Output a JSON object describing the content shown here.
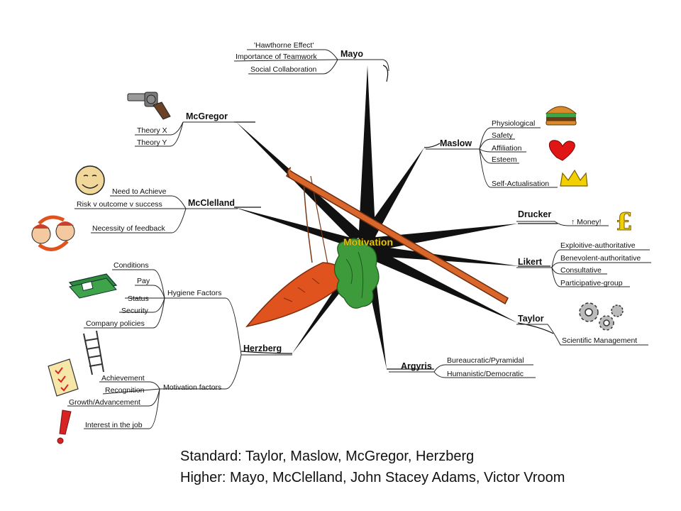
{
  "center": {
    "label": "Motivation"
  },
  "theorists": {
    "mayo": {
      "name": "Mayo",
      "items": [
        "'Hawthorne Effect'",
        "Importance of Teamwork",
        "Social Collaboration"
      ]
    },
    "mcgregor": {
      "name": "McGregor",
      "items": [
        "Theory X",
        "Theory Y"
      ]
    },
    "mcclelland": {
      "name": "McClelland",
      "items": [
        "Need to Achieve",
        "Risk v outcome v success",
        "Necessity of feedback"
      ]
    },
    "herzberg": {
      "name": "Herzberg",
      "hygiene": {
        "label": "Hygiene Factors",
        "items": [
          "Conditions",
          "Pay",
          "Status",
          "Security",
          "Company policies"
        ]
      },
      "motivation": {
        "label": "Motivation factors",
        "items": [
          "Achievement",
          "Recognition",
          "Growth/Advancement",
          "Interest in the job"
        ]
      }
    },
    "maslow": {
      "name": "Maslow",
      "items": [
        "Physiological",
        "Safety",
        "Affiliation",
        "Esteem",
        "Self-Actualisation"
      ]
    },
    "drucker": {
      "name": "Drucker",
      "items": [
        "↑ Money!"
      ]
    },
    "likert": {
      "name": "Likert",
      "items": [
        "Exploitive-authoritative",
        "Benevolent-authoritative",
        "Consultative",
        "Participative-group"
      ]
    },
    "taylor": {
      "name": "Taylor",
      "items": [
        "Scientific Management"
      ]
    },
    "argyris": {
      "name": "Argyris",
      "items": [
        "Bureaucratic/Pyramidal",
        "Humanistic/Democratic"
      ]
    }
  },
  "icons": [
    "revolver-icon",
    "smiley-face-icon",
    "two-faces-talking-icon",
    "banknotes-icon",
    "ladder-icon",
    "checklist-icon",
    "exclamation-icon",
    "burger-icon",
    "heart-icon",
    "crown-icon",
    "pound-sign-icon",
    "gears-icon",
    "carrot-on-stick-icon"
  ],
  "colors": {
    "carrot": "#e0531f",
    "stick": "#d9662b",
    "leaves": "#3e9b3c",
    "center_text": "#f2d000"
  },
  "caption": {
    "line1": "Standard: Taylor, Maslow, McGregor, Herzberg",
    "line2": "Higher: Mayo, McClelland, John Stacey Adams, Victor Vroom"
  }
}
